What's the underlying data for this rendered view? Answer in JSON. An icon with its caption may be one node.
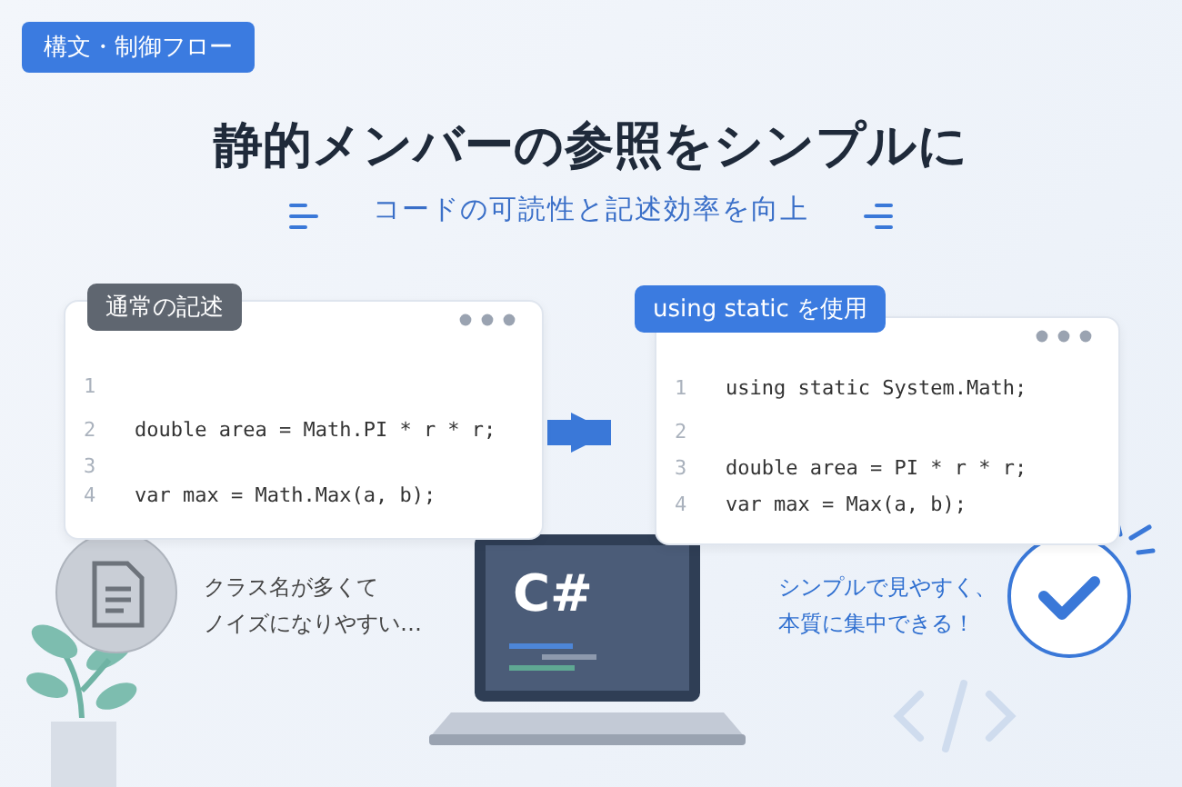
{
  "diagram": {
    "title": "静的メンバーの参照をシンプルに",
    "nodes": [
      {
        "text": [
          "通常の記述",
          "1",
          "2",
          "double area = Math.PI * r * r;",
          "3",
          "4",
          "var max = Math.Max(a, b);"
        ]
      },
      {
        "text": [
          "using static を使用",
          "1",
          "using static System.Math;",
          "2",
          "3",
          "double area = PI * r * r;",
          "4",
          "var max = Max(a, b);"
        ]
      }
    ],
    "edges": [
      {
        "from": 0,
        "to": 1,
        "arrow": "to"
      }
    ],
    "labels": [
      "構文・制御フロー",
      "コードの可読性と記述効率を向上",
      "クラス名が多くてノイズになりやすい…",
      "C#",
      "シンプルで見やすく、本質に集中できる！"
    ]
  }
}
